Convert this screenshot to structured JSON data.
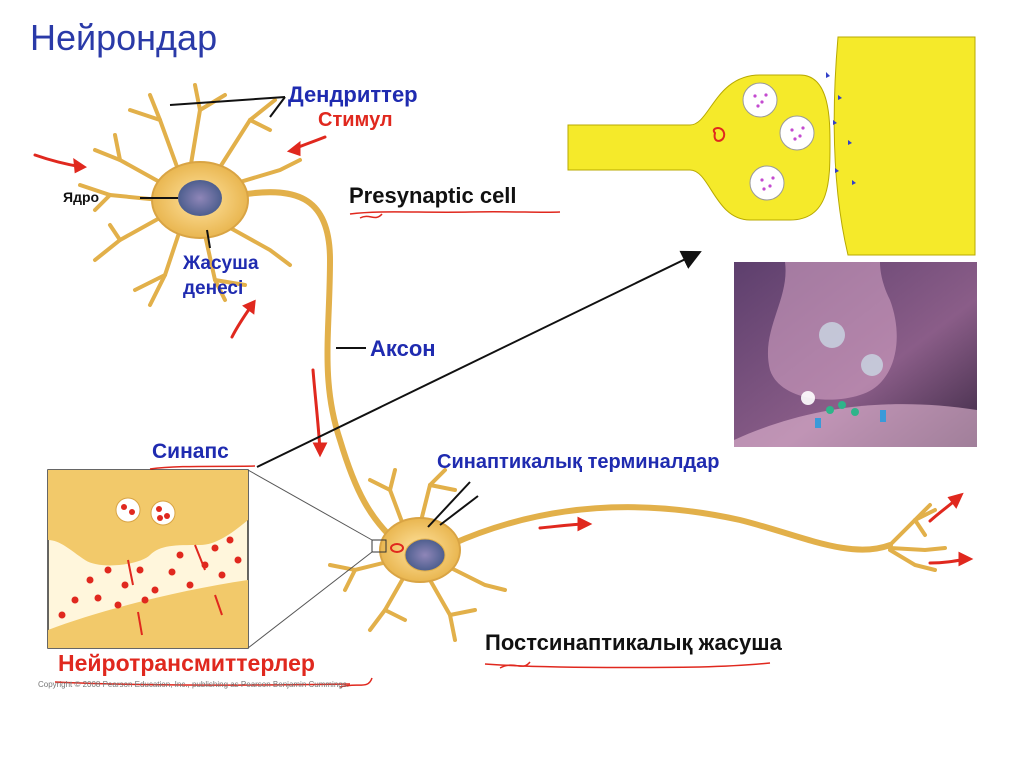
{
  "slide": {
    "title": "Нейрондар",
    "labels": {
      "dendrites": "Дендриттер",
      "stimulus": "Стимул",
      "nucleus": "Ядро",
      "cell_body_line1": "Жасуша",
      "cell_body_line2": "денесі",
      "presynaptic": "Presynaptic cell",
      "axon": "Аксон",
      "synapse": "Синапс",
      "synaptic_terminals": "Синаптикалық терминалдар",
      "postsynaptic": "Постсинаптикалық жасуша",
      "neurotransmitters": "Нейротрансмиттерлер",
      "copyright": "Copyright © 2008 Pearson Education, Inc., publishing as Pearson Benjamin Cummings."
    },
    "colors": {
      "title": "#2a3aa8",
      "label_blue": "#1f2bb0",
      "label_red": "#e0281e",
      "neuron": "#f2c96a",
      "synapse_yellow": "#f5ea2a",
      "arrow_red": "#e0281e"
    }
  }
}
